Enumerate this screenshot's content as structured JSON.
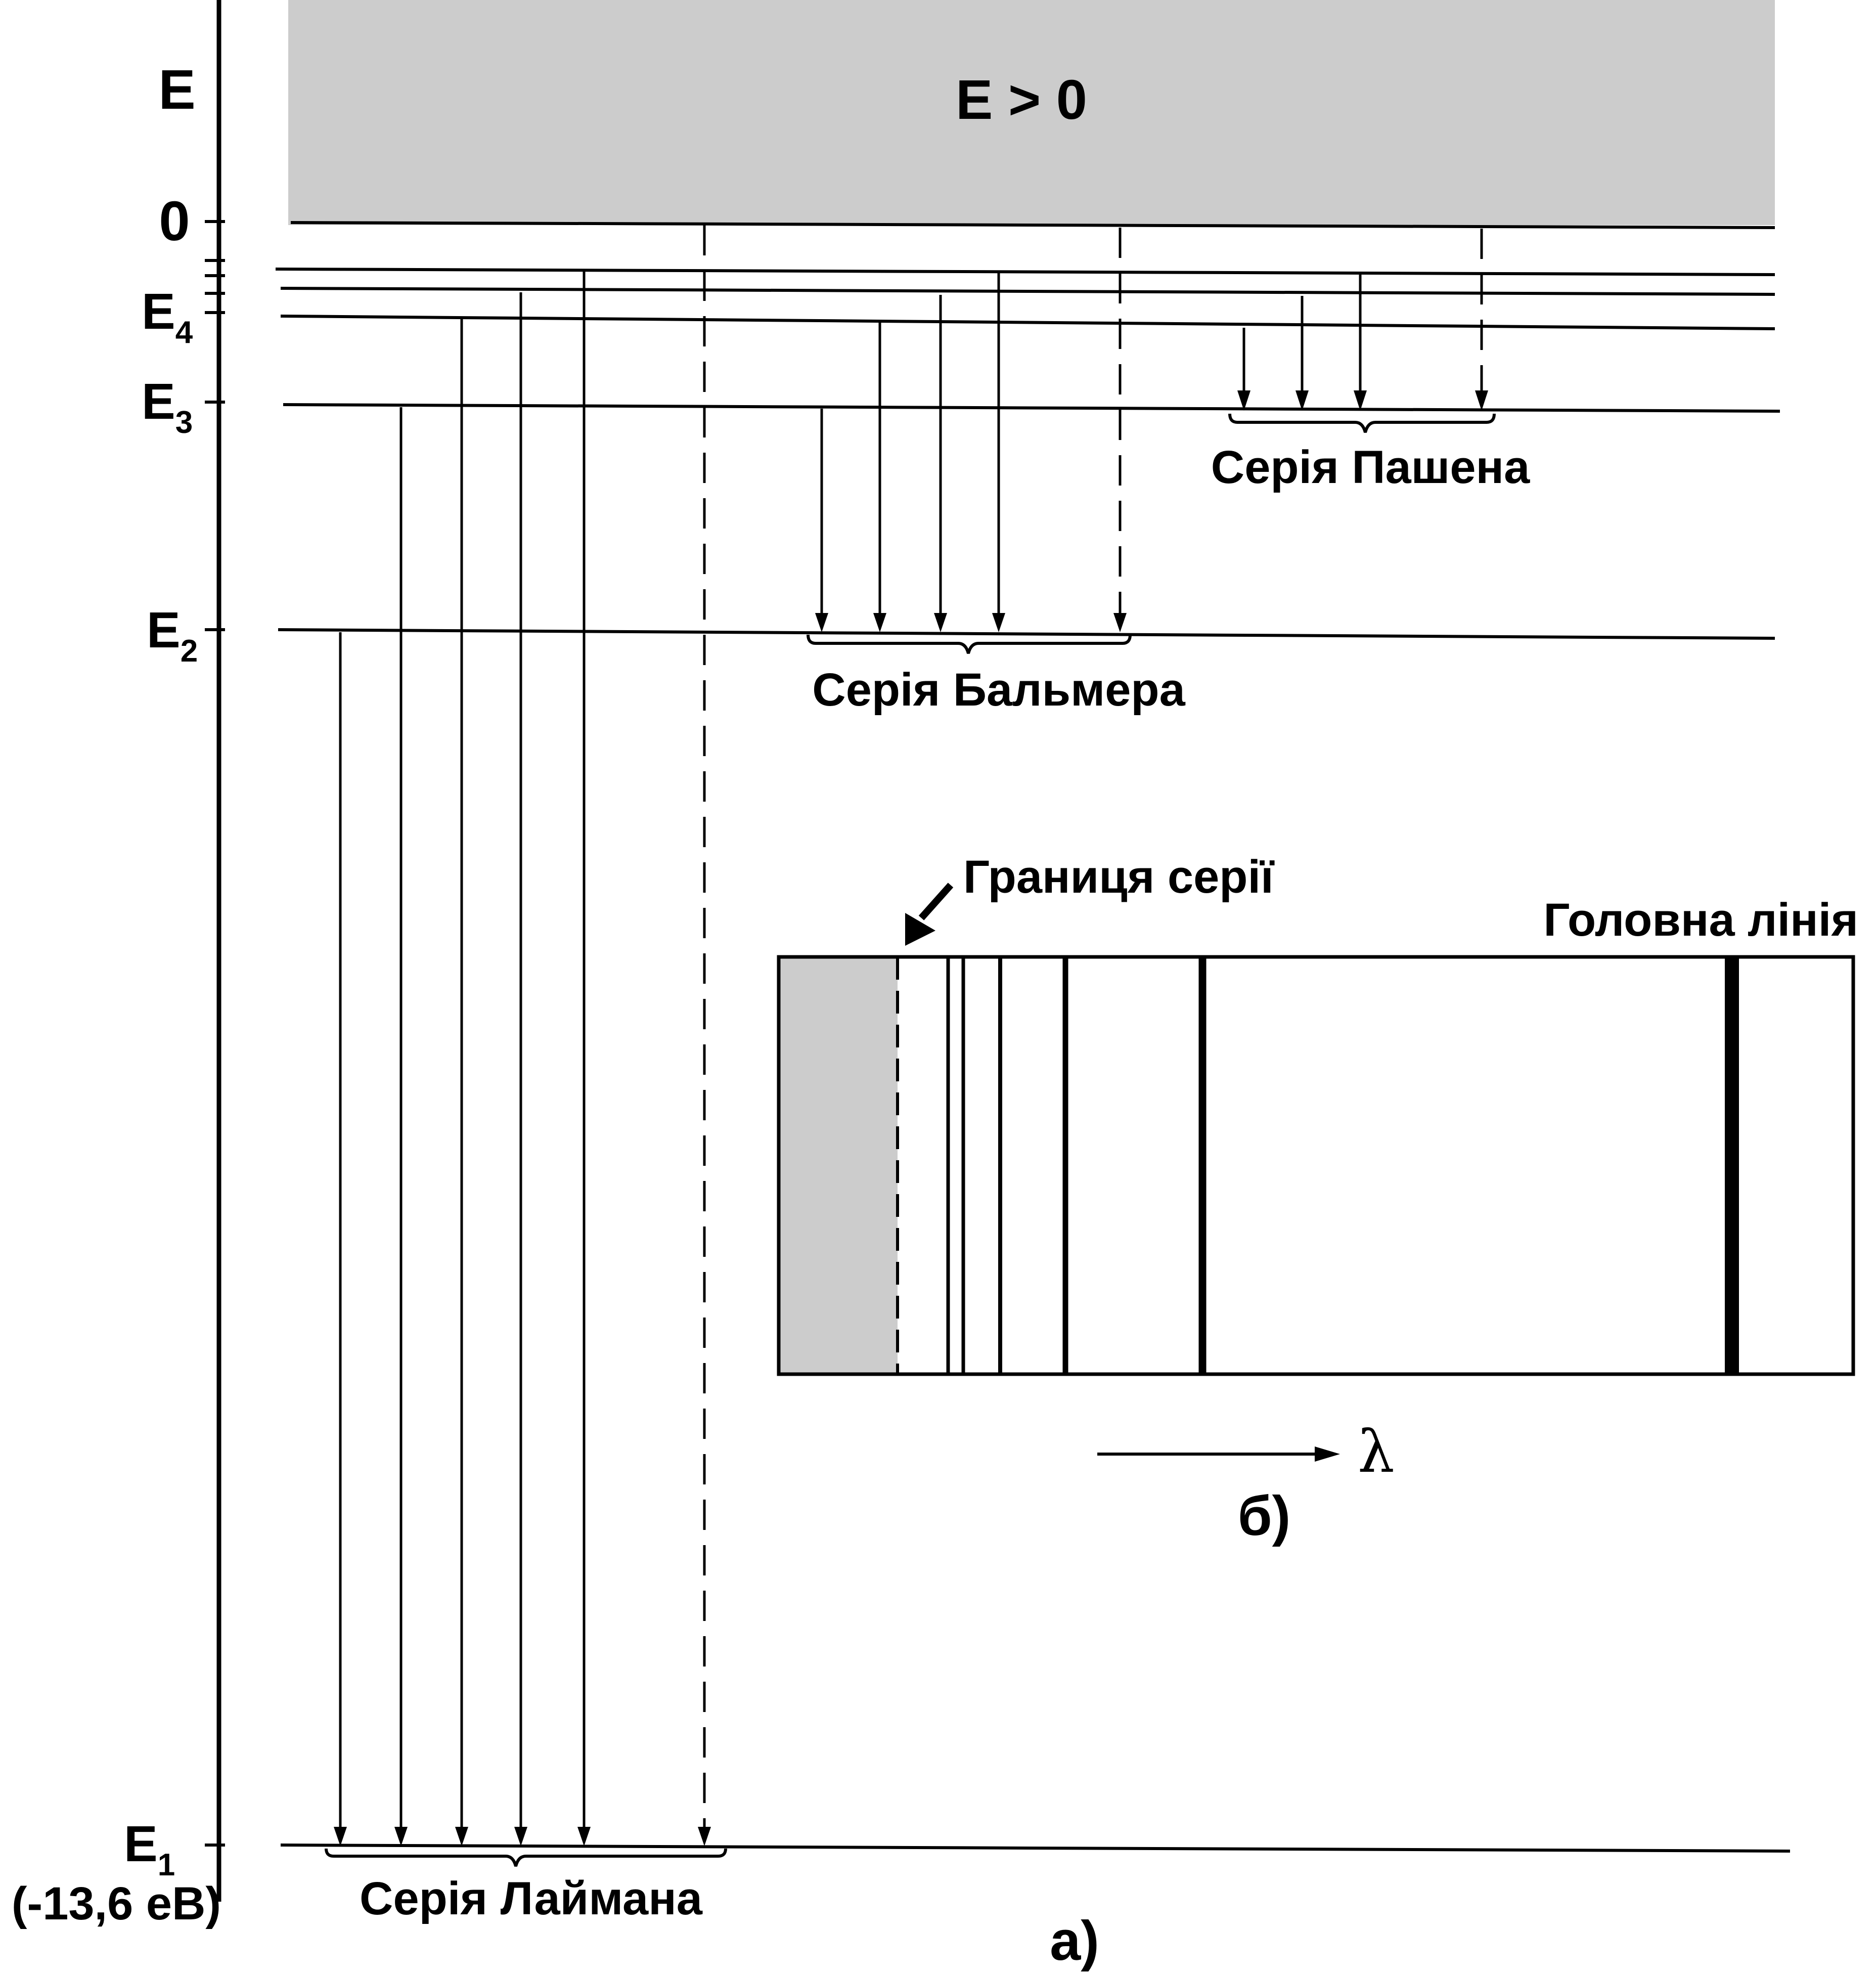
{
  "figure": {
    "continuum_label": "E > 0",
    "energy_axis_label": "E",
    "levels": [
      {
        "name": "E_1",
        "main": "E",
        "sub": "1"
      },
      {
        "name": "E_2",
        "main": "E",
        "sub": "2"
      },
      {
        "name": "E_3",
        "main": "E",
        "sub": "3"
      },
      {
        "name": "E_4",
        "main": "E",
        "sub": "4"
      }
    ],
    "zero_label": "0",
    "ground_energy_label": "(-13,6 еВ)",
    "series": {
      "lyman": "Серія Лаймана",
      "balmer": "Серія Бальмера",
      "paschen": "Серія Пашена"
    },
    "panel_a_label": "а)",
    "panel_b_label": "б)",
    "spectrum": {
      "series_limit_label": "Границя серії",
      "main_line_label": "Головна лінія",
      "wavelength_symbol": "λ"
    }
  },
  "colors": {
    "continuum_fill": "#cccccc",
    "line": "#000000"
  }
}
